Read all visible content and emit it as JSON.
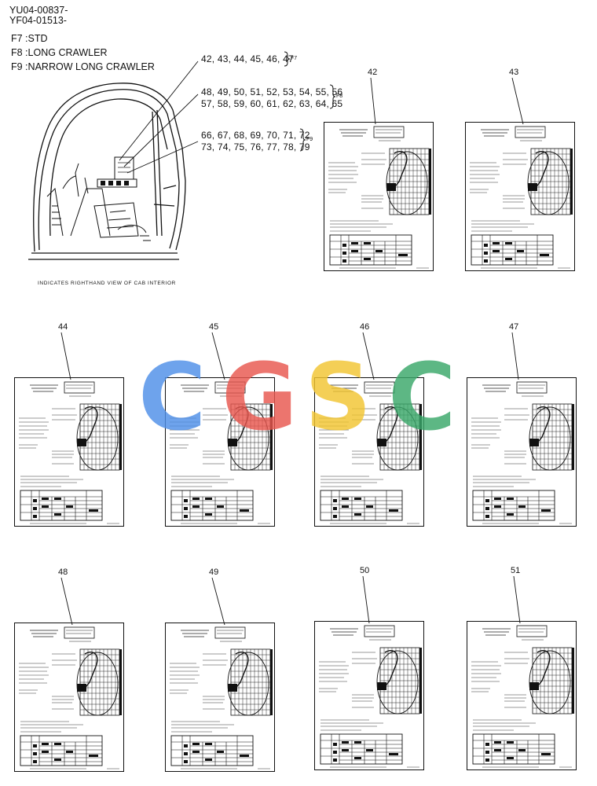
{
  "header": {
    "code1": "YU04-00837-",
    "code2": "YF04-01513-"
  },
  "legend": [
    {
      "key": "F7 :",
      "value": "STD"
    },
    {
      "key": "F8 :",
      "value": "LONG CRAWLER"
    },
    {
      "key": "F9 :",
      "value": "NARROW  LONG CRAWLER"
    }
  ],
  "callouts": {
    "f7_line": "42, 43, 44, 45, 46, 47",
    "f8_line1": "48, 49, 50, 51, 52, 53, 54, 55, 56",
    "f8_line2": "57, 58, 59, 60, 61, 62, 63, 64, 65",
    "f9_line1": "66, 67, 68, 69, 70, 71, 72",
    "f9_line2": "73, 74, 75, 76, 77, 78, 79",
    "f7_tag": "F7",
    "f8_tag": "F8",
    "f9_tag": "F9"
  },
  "caption": "INDICATES RIGHTHAND VIEW OF CAB INTERIOR",
  "panels": [
    "42",
    "43",
    "44",
    "45",
    "46",
    "47",
    "48",
    "49",
    "50",
    "51"
  ],
  "watermark": {
    "letters": [
      "C",
      "G",
      "S",
      "C"
    ],
    "colors": [
      "#4f8fe8",
      "#e8574f",
      "#f2c531",
      "#3aa86a"
    ]
  }
}
